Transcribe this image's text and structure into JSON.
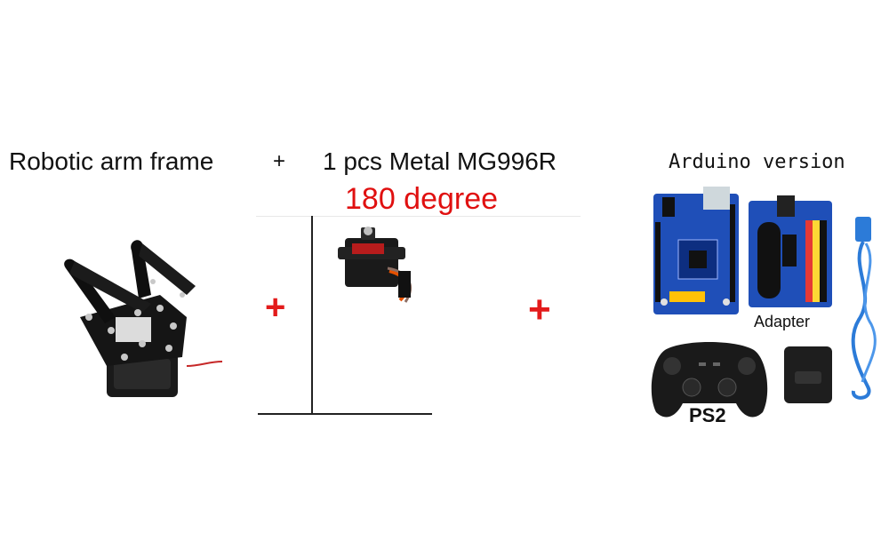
{
  "header": {
    "frame_title": "Robotic arm frame",
    "plus_sign": "+",
    "servo_title": "1 pcs Metal MG996R",
    "servo_angle": "180 degree",
    "arduino_title": "Arduino version"
  },
  "middle": {
    "plus_inside": "+",
    "plus_between": "+"
  },
  "kit": {
    "adapter_label": "Adapter",
    "controller_label": "PS2"
  },
  "colors": {
    "accent_red": "#e31b1b",
    "board_blue": "#1f4fb8",
    "frame_black": "#141414",
    "cable_blue": "#2c7bd8"
  }
}
